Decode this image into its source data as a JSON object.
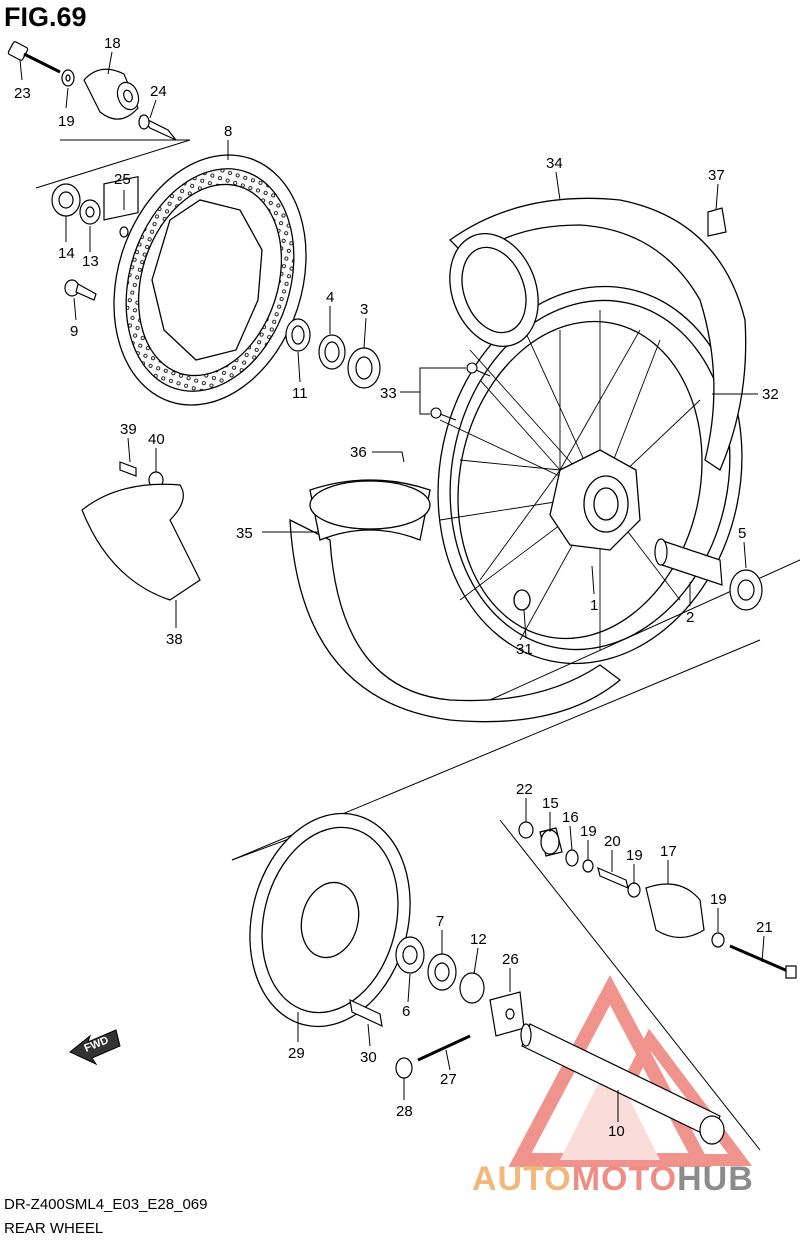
{
  "figure": {
    "title": "FIG.69",
    "model_code": "DR-Z400SML4_E03_E28_069",
    "name": "REAR WHEEL"
  },
  "callouts": [
    {
      "id": "c23",
      "label": "23"
    },
    {
      "id": "c18",
      "label": "18"
    },
    {
      "id": "c19a",
      "label": "19"
    },
    {
      "id": "c24",
      "label": "24"
    },
    {
      "id": "c8",
      "label": "8"
    },
    {
      "id": "c25",
      "label": "25"
    },
    {
      "id": "c14",
      "label": "14"
    },
    {
      "id": "c13",
      "label": "13"
    },
    {
      "id": "c9",
      "label": "9"
    },
    {
      "id": "c4",
      "label": "4"
    },
    {
      "id": "c3",
      "label": "3"
    },
    {
      "id": "c11",
      "label": "11"
    },
    {
      "id": "c34",
      "label": "34"
    },
    {
      "id": "c37",
      "label": "37"
    },
    {
      "id": "c33",
      "label": "33"
    },
    {
      "id": "c32",
      "label": "32"
    },
    {
      "id": "c39",
      "label": "39"
    },
    {
      "id": "c40",
      "label": "40"
    },
    {
      "id": "c36",
      "label": "36"
    },
    {
      "id": "c35",
      "label": "35"
    },
    {
      "id": "c5",
      "label": "5"
    },
    {
      "id": "c1",
      "label": "1"
    },
    {
      "id": "c2",
      "label": "2"
    },
    {
      "id": "c31",
      "label": "31"
    },
    {
      "id": "c38",
      "label": "38"
    },
    {
      "id": "c22",
      "label": "22"
    },
    {
      "id": "c15",
      "label": "15"
    },
    {
      "id": "c16",
      "label": "16"
    },
    {
      "id": "c19b",
      "label": "19"
    },
    {
      "id": "c20",
      "label": "20"
    },
    {
      "id": "c19c",
      "label": "19"
    },
    {
      "id": "c17",
      "label": "17"
    },
    {
      "id": "c19d",
      "label": "19"
    },
    {
      "id": "c21",
      "label": "21"
    },
    {
      "id": "c7",
      "label": "7"
    },
    {
      "id": "c12",
      "label": "12"
    },
    {
      "id": "c26",
      "label": "26"
    },
    {
      "id": "c6",
      "label": "6"
    },
    {
      "id": "c29",
      "label": "29"
    },
    {
      "id": "c30",
      "label": "30"
    },
    {
      "id": "c27",
      "label": "27"
    },
    {
      "id": "c28",
      "label": "28"
    },
    {
      "id": "c10",
      "label": "10"
    }
  ],
  "direction_marker": {
    "label": "FWD"
  },
  "watermark": {
    "part1": "AUTO",
    "part2": "MOTO",
    "part3": "HUB"
  }
}
